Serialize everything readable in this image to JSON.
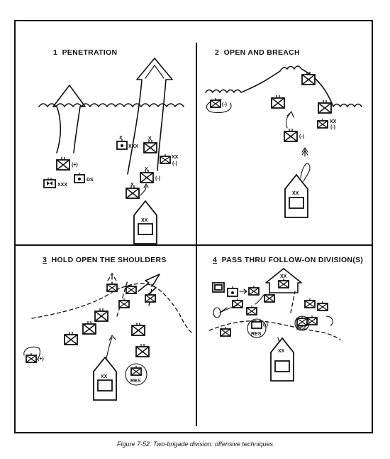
{
  "panels": [
    {
      "number": "1",
      "title": "PENETRATION"
    },
    {
      "number": "2",
      "title": "OPEN AND BREACH"
    },
    {
      "number": "3",
      "title": "HOLD OPEN THE SHOULDERS"
    },
    {
      "number": "4",
      "title": "PASS THRU FOLLOW-ON DIVISION(S)"
    }
  ],
  "labels": {
    "plus": "(+)",
    "minus": "(-)",
    "xxx": "XXX",
    "ds": "DS",
    "xx": "XX",
    "x": "X",
    "res": "RES"
  },
  "caption": "Figure 7-52. Two-brigade division: offensive techniques"
}
